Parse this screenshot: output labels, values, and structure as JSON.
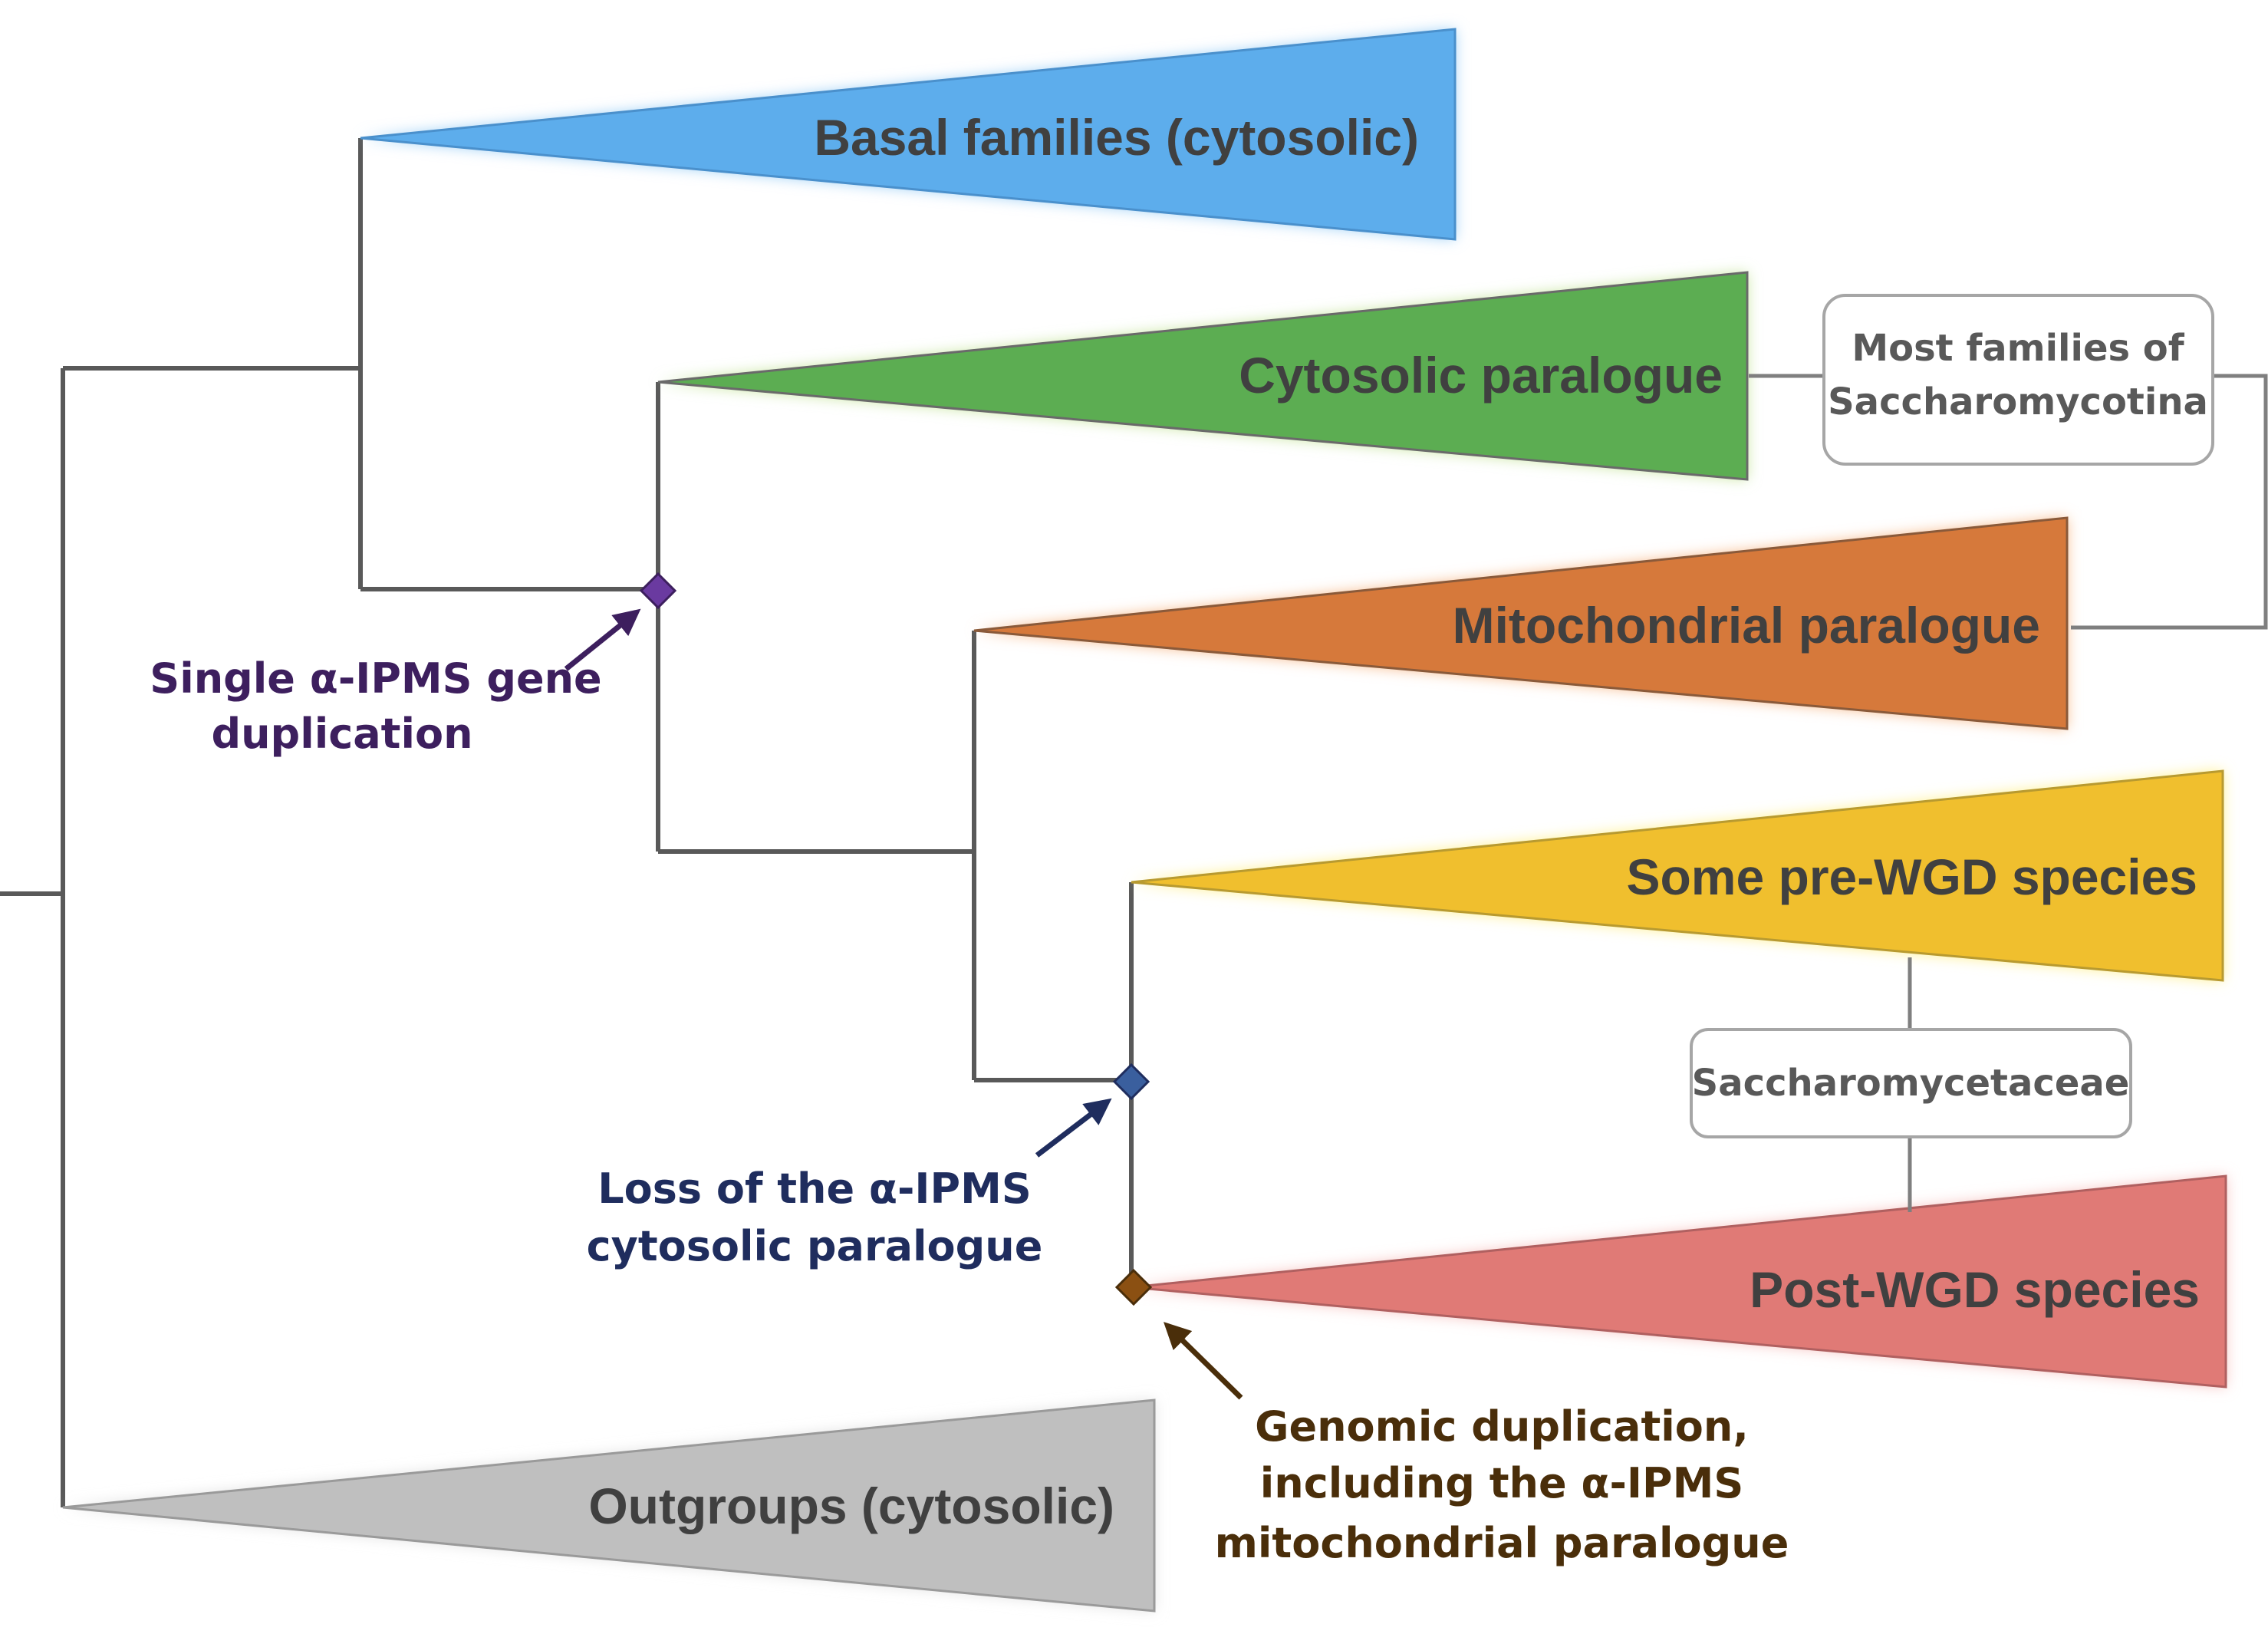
{
  "clades": {
    "basal": {
      "label": "Basal families (cytosolic)",
      "color": "#5DADEC",
      "glow": "#9FD0F7"
    },
    "cytosolic": {
      "label": "Cytosolic paralogue",
      "color": "#5CAD52",
      "glow": "#C8E6A0"
    },
    "mitochondrial": {
      "label": "Mitochondrial paralogue",
      "color": "#D6793B",
      "glow": "#F7B98A"
    },
    "prewgd": {
      "label": "Some pre-WGD species",
      "color": "#F0BF2E",
      "glow": "#FFF08A"
    },
    "postwgd": {
      "label": "Post-WGD species",
      "color": "#E07A76",
      "glow": "#F7C2C0"
    },
    "outgroups": {
      "label": "Outgroups (cytosolic)",
      "color": "#BFBFBF",
      "glow": "#E2E2E2"
    }
  },
  "groups": {
    "saccharomycotina": {
      "line1": "Most families of",
      "line2": "Saccharomycotina"
    },
    "saccharomycetaceae": {
      "label": "Saccharomycetaceae"
    }
  },
  "events": {
    "duplication": {
      "line1": "Single α-IPMS gene",
      "line2": "duplication",
      "color": "#3D1F5E",
      "marker_color": "#6A3AA0"
    },
    "loss": {
      "line1": "Loss of the α-IPMS",
      "line2": "cytosolic paralogue",
      "color": "#1F2D5E",
      "marker_color": "#3A5F9E"
    },
    "genomic": {
      "line1": "Genomic duplication,",
      "line2": "including the α-IPMS",
      "line3": "mitochondrial paralogue",
      "color": "#4A2E0A",
      "marker_color": "#8B5012"
    }
  }
}
